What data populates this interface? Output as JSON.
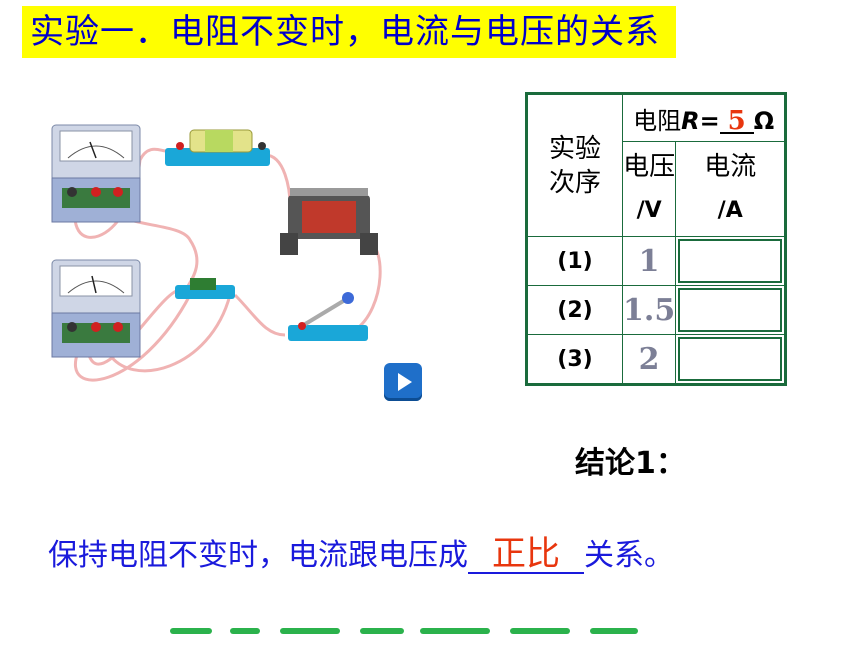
{
  "slide": {
    "title": "实验一．电阻不变时，电流与电压的关系",
    "conclusion_label": "结论1：",
    "statement_before": "保持电阻不变时，电流跟电压成",
    "statement_blank": "正比",
    "statement_after": "关系。"
  },
  "table": {
    "row_header": "实验次序",
    "resistance_label": "电阻",
    "resistance_symbol": "R",
    "resistance_equals": "=",
    "resistance_value": "5",
    "resistance_unit": "Ω",
    "voltage_header": "电压",
    "voltage_unit": "/V",
    "current_header": "电流",
    "current_unit": "/A",
    "rows": [
      {
        "index": "(1)",
        "voltage": "1"
      },
      {
        "index": "(2)",
        "voltage": "1.5"
      },
      {
        "index": "(3)",
        "voltage": "2"
      }
    ]
  },
  "colors": {
    "title_bg": "#ffff00",
    "title_text": "#0000cc",
    "answer_red": "#e8360e",
    "table_border": "#1a6b3c",
    "statement_blue": "#1a1adc"
  },
  "icons": {
    "play": "play-icon"
  }
}
